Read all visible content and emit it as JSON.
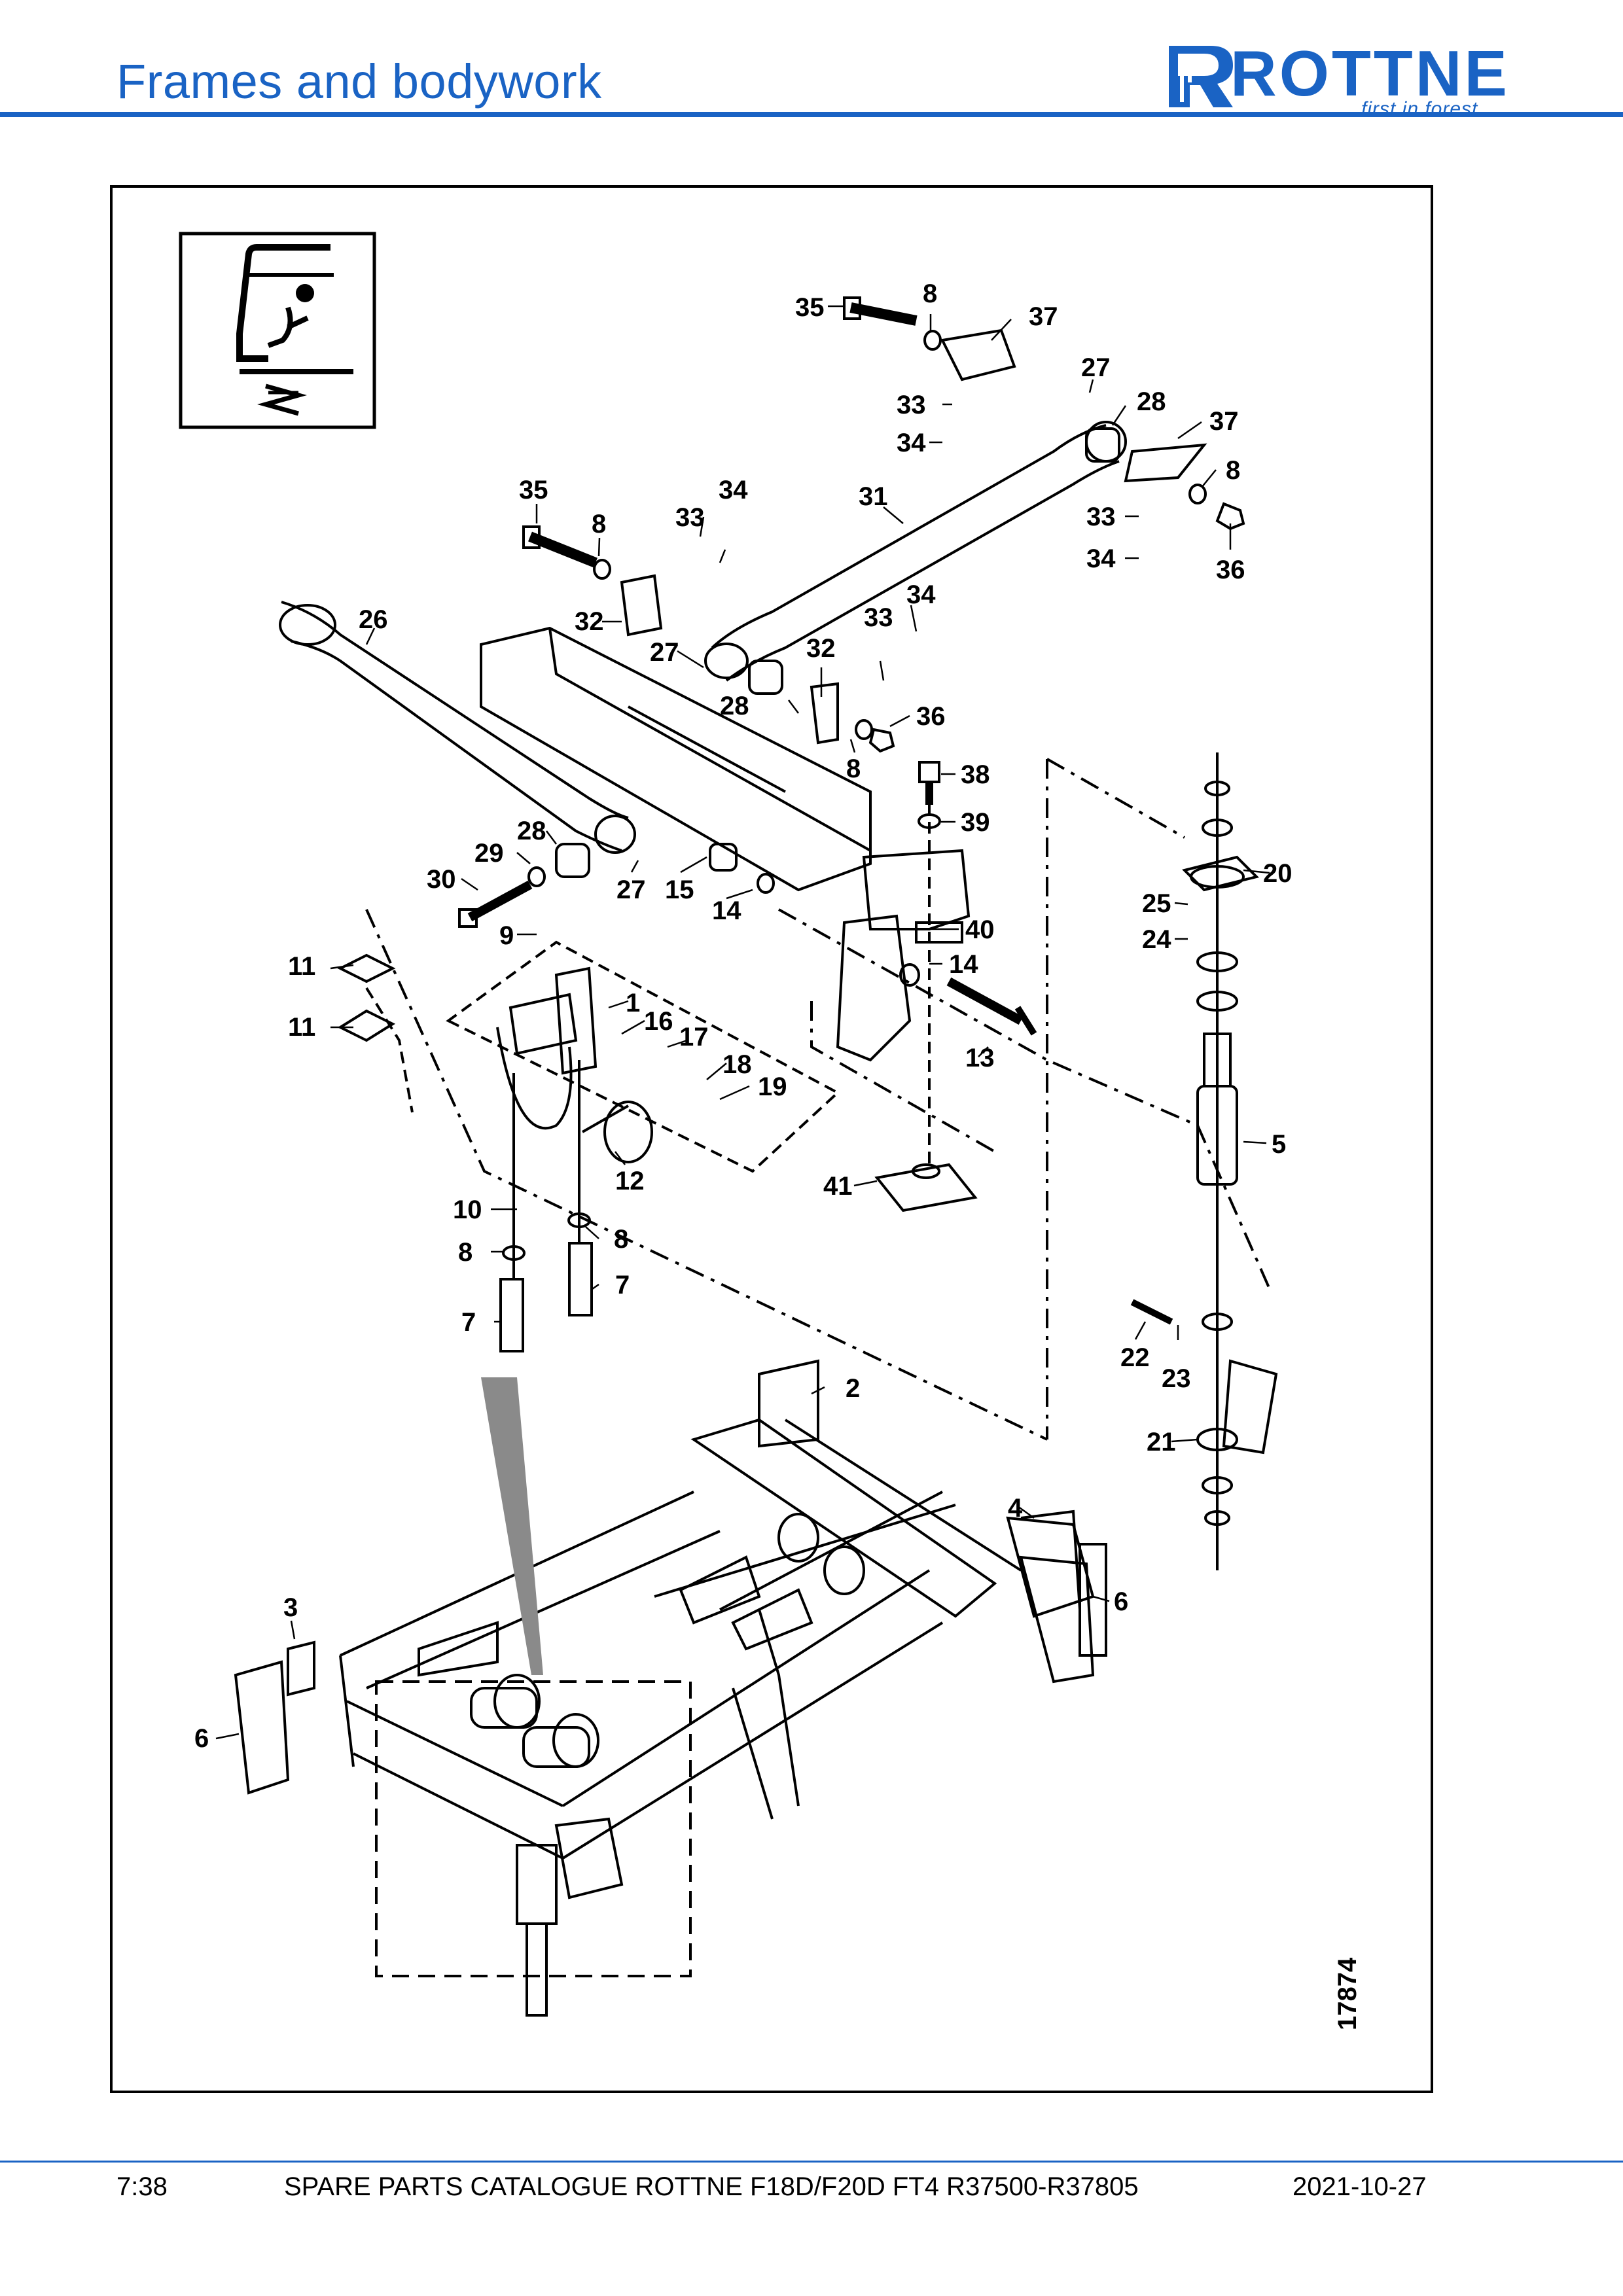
{
  "header": {
    "title": "Frames and bodywork"
  },
  "logo": {
    "wordmark": "ROTTNE",
    "tagline": "first in forest",
    "color": "#1a63c4"
  },
  "figure": {
    "drawing_number": "17874",
    "callouts": [
      {
        "id": "c-35a",
        "label": "35"
      },
      {
        "id": "c-8a",
        "label": "8"
      },
      {
        "id": "c-37a",
        "label": "37"
      },
      {
        "id": "c-27a",
        "label": "27"
      },
      {
        "id": "c-28a",
        "label": "28"
      },
      {
        "id": "c-37b",
        "label": "37"
      },
      {
        "id": "c-33a",
        "label": "33"
      },
      {
        "id": "c-34a",
        "label": "34"
      },
      {
        "id": "c-8b",
        "label": "8"
      },
      {
        "id": "c-33b",
        "label": "33"
      },
      {
        "id": "c-34b",
        "label": "34"
      },
      {
        "id": "c-36a",
        "label": "36"
      },
      {
        "id": "c-35b",
        "label": "35"
      },
      {
        "id": "c-34c",
        "label": "34"
      },
      {
        "id": "c-8c",
        "label": "8"
      },
      {
        "id": "c-33c",
        "label": "33"
      },
      {
        "id": "c-31",
        "label": "31"
      },
      {
        "id": "c-26",
        "label": "26"
      },
      {
        "id": "c-32a",
        "label": "32"
      },
      {
        "id": "c-34d",
        "label": "34"
      },
      {
        "id": "c-33d",
        "label": "33"
      },
      {
        "id": "c-27b",
        "label": "27"
      },
      {
        "id": "c-32b",
        "label": "32"
      },
      {
        "id": "c-28b",
        "label": "28"
      },
      {
        "id": "c-36b",
        "label": "36"
      },
      {
        "id": "c-8d",
        "label": "8"
      },
      {
        "id": "c-38",
        "label": "38"
      },
      {
        "id": "c-39",
        "label": "39"
      },
      {
        "id": "c-20",
        "label": "20"
      },
      {
        "id": "c-28c",
        "label": "28"
      },
      {
        "id": "c-29",
        "label": "29"
      },
      {
        "id": "c-30",
        "label": "30"
      },
      {
        "id": "c-27c",
        "label": "27"
      },
      {
        "id": "c-15",
        "label": "15"
      },
      {
        "id": "c-14a",
        "label": "14"
      },
      {
        "id": "c-25",
        "label": "25"
      },
      {
        "id": "c-24",
        "label": "24"
      },
      {
        "id": "c-9",
        "label": "9"
      },
      {
        "id": "c-40",
        "label": "40"
      },
      {
        "id": "c-14b",
        "label": "14"
      },
      {
        "id": "c-11a",
        "label": "11"
      },
      {
        "id": "c-1",
        "label": "1"
      },
      {
        "id": "c-16",
        "label": "16"
      },
      {
        "id": "c-11b",
        "label": "11"
      },
      {
        "id": "c-17",
        "label": "17"
      },
      {
        "id": "c-13",
        "label": "13"
      },
      {
        "id": "c-18",
        "label": "18"
      },
      {
        "id": "c-19",
        "label": "19"
      },
      {
        "id": "c-5",
        "label": "5"
      },
      {
        "id": "c-12",
        "label": "12"
      },
      {
        "id": "c-41",
        "label": "41"
      },
      {
        "id": "c-10",
        "label": "10"
      },
      {
        "id": "c-8e",
        "label": "8"
      },
      {
        "id": "c-8f",
        "label": "8"
      },
      {
        "id": "c-7a",
        "label": "7"
      },
      {
        "id": "c-7b",
        "label": "7"
      },
      {
        "id": "c-22",
        "label": "22"
      },
      {
        "id": "c-23",
        "label": "23"
      },
      {
        "id": "c-2",
        "label": "2"
      },
      {
        "id": "c-21",
        "label": "21"
      },
      {
        "id": "c-4",
        "label": "4"
      },
      {
        "id": "c-6a",
        "label": "6"
      },
      {
        "id": "c-3",
        "label": "3"
      },
      {
        "id": "c-6b",
        "label": "6"
      }
    ]
  },
  "footer": {
    "page": "7:38",
    "catalogue": "SPARE PARTS CATALOGUE ROTTNE F18D/F20D FT4 R37500-R37805",
    "date": "2021-10-27"
  }
}
